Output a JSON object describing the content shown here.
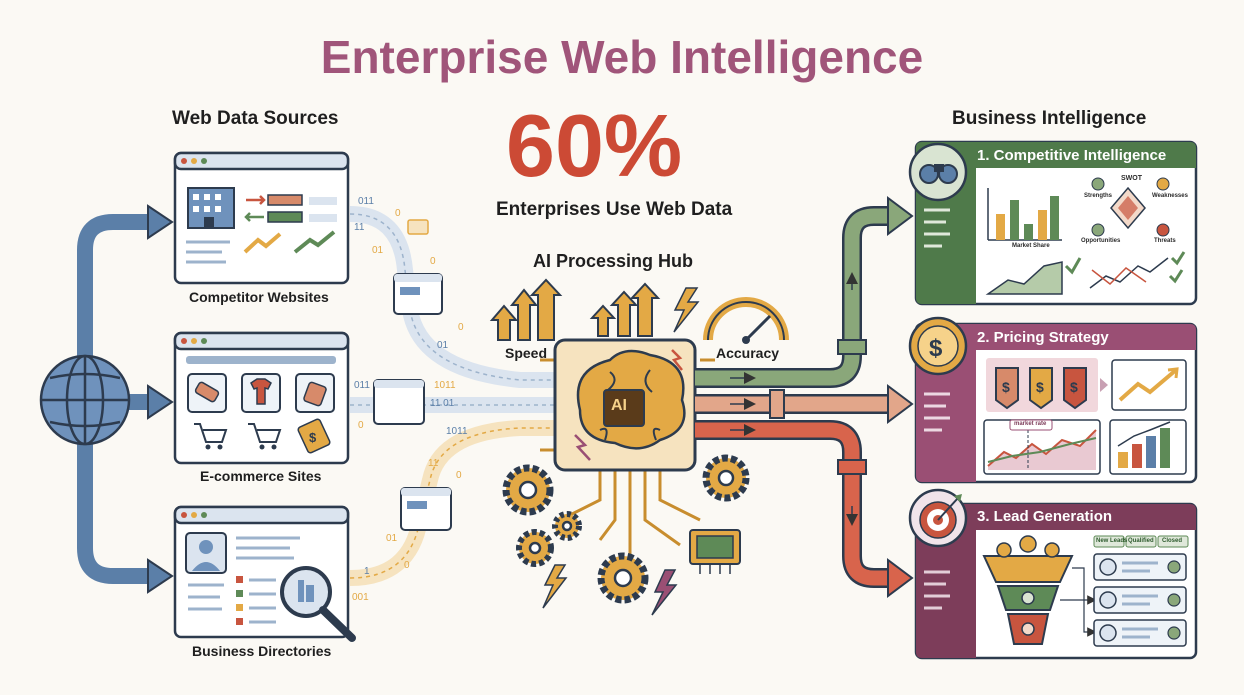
{
  "title": "Enterprise Web Intelligence",
  "stat": {
    "value": "60%",
    "caption": "Enterprises Use Web Data"
  },
  "sources": {
    "heading": "Web Data Sources",
    "items": [
      "Competitor Websites",
      "E-commerce Sites",
      "Business Directories"
    ]
  },
  "hub": {
    "heading": "AI Processing Hub",
    "speed_label": "Speed",
    "accuracy_label": "Accuracy",
    "chip_label": "AI"
  },
  "outputs": {
    "heading": "Business Intelligence",
    "panels": [
      {
        "label": "1. Competitive Intelligence",
        "color": "#4f7a4a"
      },
      {
        "label": "2. Pricing Strategy",
        "color": "#9a4f74"
      },
      {
        "label": "3. Lead Generation",
        "color": "#7d3d5a"
      }
    ],
    "competitive": {
      "swot": "SWOT",
      "strengths": "Strengths",
      "weaknesses": "Weaknesses",
      "opportunities": "Opportunities",
      "threats": "Threats",
      "market_share": "Market Share"
    },
    "pricing": {
      "market_rate": "market rate"
    },
    "leads": {
      "stages": [
        "New Leads",
        "Qualified",
        "Closed"
      ]
    }
  },
  "binary": [
    "011",
    "0",
    "11",
    "01",
    "0",
    "1011",
    "01",
    "11 01",
    "0",
    "011",
    "0",
    "1011",
    "01",
    "11",
    "0",
    "1",
    "001",
    "0"
  ],
  "colors": {
    "blue": "#5b7fa8",
    "gold": "#e3a945",
    "green": "#5e8a57",
    "orange": "#d78a6a",
    "red": "#c8553f",
    "purple": "#9a4f74",
    "title": "#a0557a",
    "stat": "#cc4a35"
  }
}
